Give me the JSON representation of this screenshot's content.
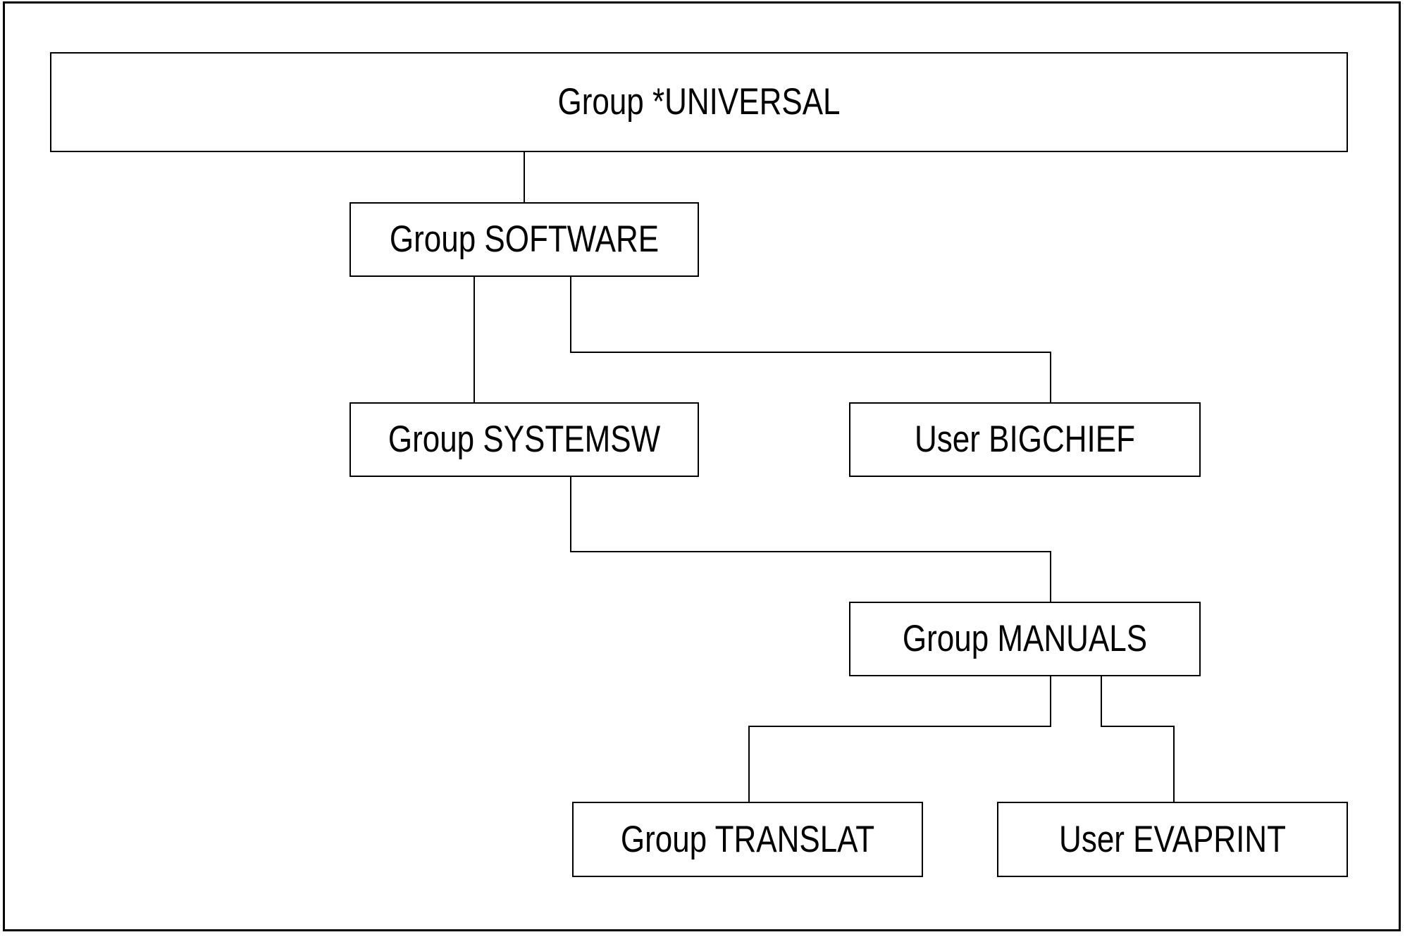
{
  "diagram": {
    "type": "hierarchy",
    "nodes": [
      {
        "id": "universal",
        "kind": "group",
        "label": "Group *UNIVERSAL"
      },
      {
        "id": "software",
        "kind": "group",
        "label": "Group SOFTWARE"
      },
      {
        "id": "systemsw",
        "kind": "group",
        "label": "Group SYSTEMSW"
      },
      {
        "id": "bigchief",
        "kind": "user",
        "label": "User BIGCHIEF"
      },
      {
        "id": "manuals",
        "kind": "group",
        "label": "Group MANUALS"
      },
      {
        "id": "translat",
        "kind": "group",
        "label": "Group TRANSLAT"
      },
      {
        "id": "evaprint",
        "kind": "user",
        "label": "User EVAPRINT"
      }
    ],
    "edges": [
      {
        "from": "universal",
        "to": "software"
      },
      {
        "from": "software",
        "to": "systemsw"
      },
      {
        "from": "software",
        "to": "bigchief"
      },
      {
        "from": "systemsw",
        "to": "manuals"
      },
      {
        "from": "manuals",
        "to": "translat"
      },
      {
        "from": "manuals",
        "to": "evaprint"
      }
    ],
    "colors": {
      "line": "#000000",
      "text": "#000000",
      "box_background": "#ffffff",
      "page_background": "#ffffff"
    }
  }
}
